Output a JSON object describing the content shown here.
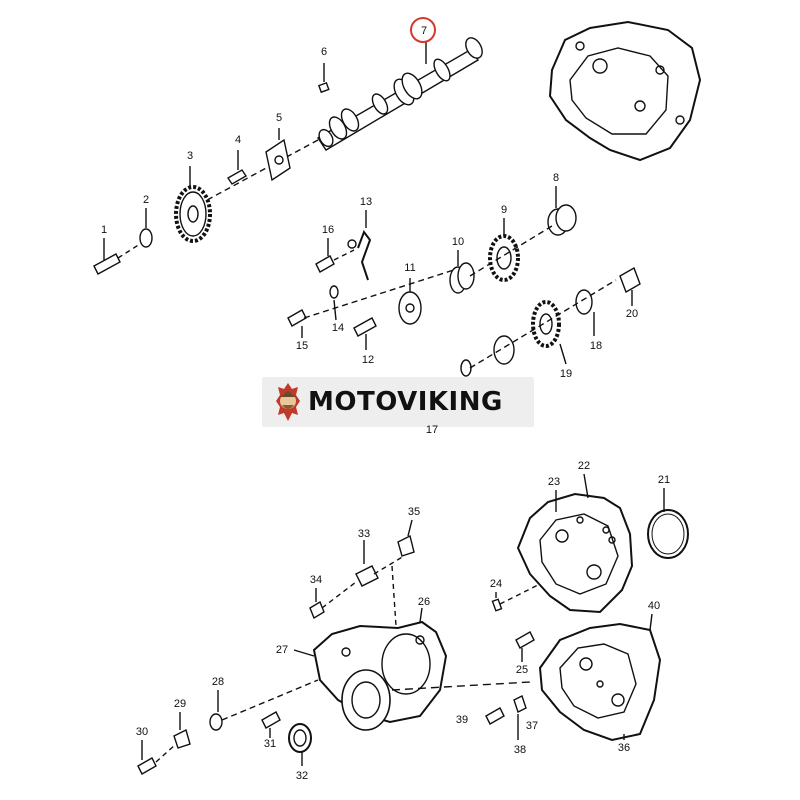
{
  "brand": {
    "name": "MOTOVIKING"
  },
  "highlight": {
    "part": "7",
    "color": "#d43a2a"
  },
  "labels": {
    "p1": "1",
    "p2": "2",
    "p3": "3",
    "p4": "4",
    "p5": "5",
    "p6": "6",
    "p7": "7",
    "p8": "8",
    "p9": "9",
    "p10": "10",
    "p11": "11",
    "p12": "12",
    "p13": "13",
    "p14": "14",
    "p15": "15",
    "p16": "16",
    "p17": "17",
    "p18": "18",
    "p19": "19",
    "p20": "20",
    "p21": "21",
    "p22": "22",
    "p23": "23",
    "p24": "24",
    "p25": "25",
    "p26": "26",
    "p27": "27",
    "p28": "28",
    "p29": "29",
    "p30": "30",
    "p31": "31",
    "p32": "32",
    "p33": "33",
    "p34": "34",
    "p35": "35",
    "p36": "36",
    "p37": "37",
    "p38": "38",
    "p39": "39",
    "p40": "40"
  }
}
